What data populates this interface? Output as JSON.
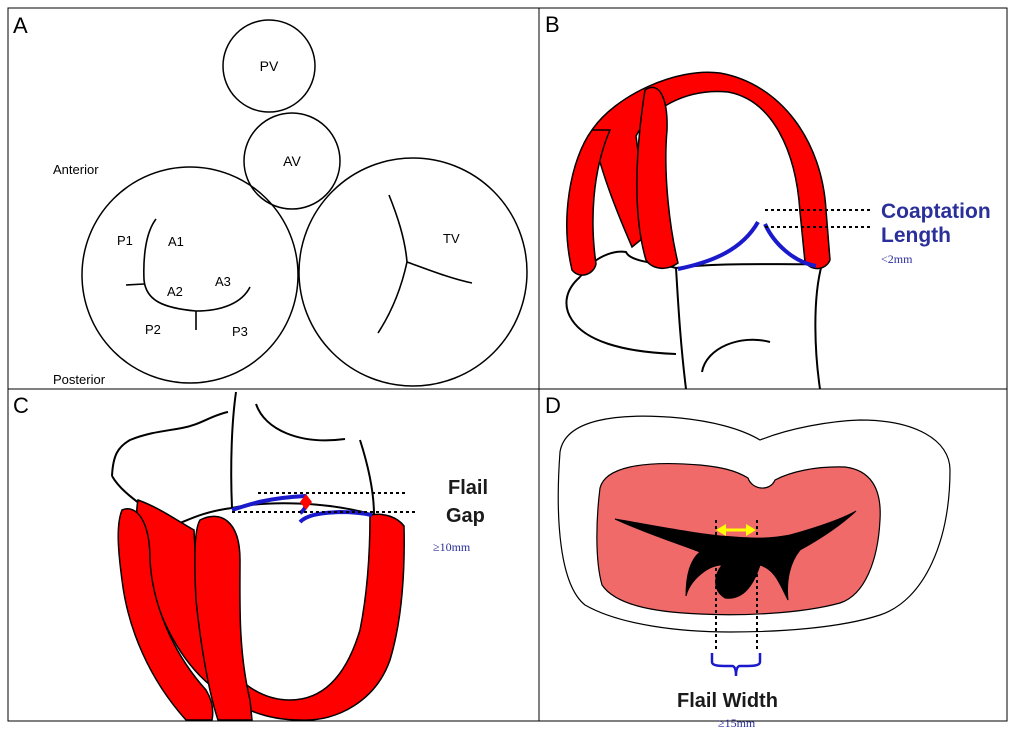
{
  "panels": {
    "a": {
      "letter": "A",
      "pv": "PV",
      "av": "AV",
      "tv": "TV",
      "anterior": "Anterior",
      "posterior": "Posterior",
      "p1": "P1",
      "a1": "A1",
      "a2": "A2",
      "a3": "A3",
      "p2": "P2",
      "p3": "P3"
    },
    "b": {
      "letter": "B",
      "label_line1": "Coaptation",
      "label_line2": "Length",
      "measure": "<2mm"
    },
    "c": {
      "letter": "C",
      "label_line1": "Flail",
      "label_line2": "Gap",
      "measure": "≥10mm"
    },
    "d": {
      "letter": "D",
      "label": "Flail Width",
      "measure": "≥15mm"
    }
  },
  "colors": {
    "myocardium": "#ff0000",
    "leaflet": "#1a1acc",
    "label_blue": "#2b2f9a",
    "flail_fill": "#f06a6a",
    "arrow": "#ffff00"
  }
}
